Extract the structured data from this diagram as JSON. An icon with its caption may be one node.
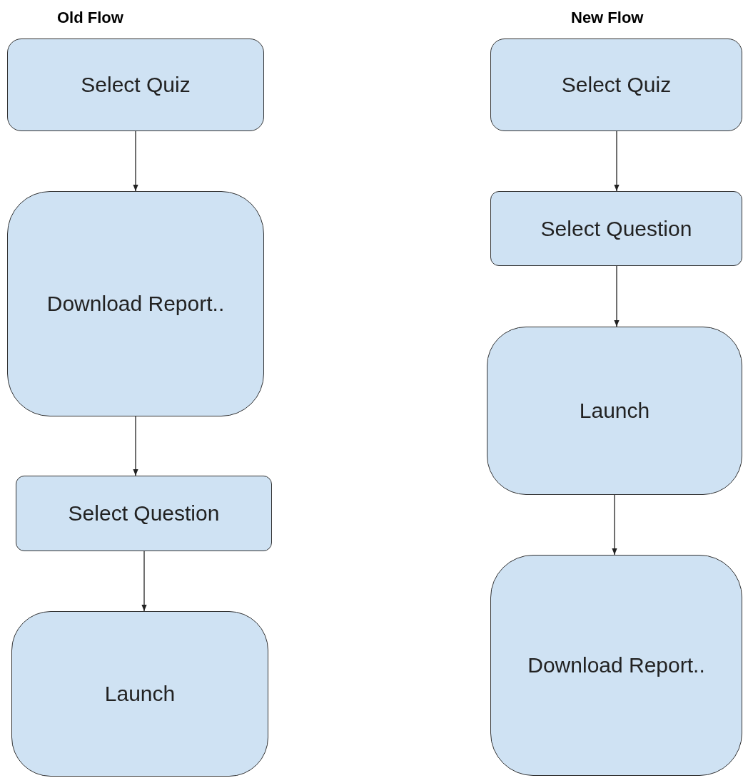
{
  "diagram": {
    "nodes": [
      {
        "text": [
          "Select Quiz"
        ]
      },
      {
        "text": [
          "Download Report.."
        ]
      },
      {
        "text": [
          "Select Question"
        ]
      },
      {
        "text": [
          "Launch"
        ]
      },
      {
        "text": [
          "Select Quiz"
        ]
      },
      {
        "text": [
          "Select Question"
        ]
      },
      {
        "text": [
          "Launch"
        ]
      },
      {
        "text": [
          "Download Report.."
        ]
      }
    ],
    "edges": [
      {
        "from": 0,
        "to": 1,
        "arrow": "to"
      },
      {
        "from": 1,
        "to": 2,
        "arrow": "to"
      },
      {
        "from": 2,
        "to": 3,
        "arrow": "to"
      },
      {
        "from": 4,
        "to": 5,
        "arrow": "to"
      },
      {
        "from": 5,
        "to": 6,
        "arrow": "to"
      },
      {
        "from": 6,
        "to": 7,
        "arrow": "to"
      }
    ],
    "labels": [
      "Old Flow",
      "New Flow"
    ]
  }
}
